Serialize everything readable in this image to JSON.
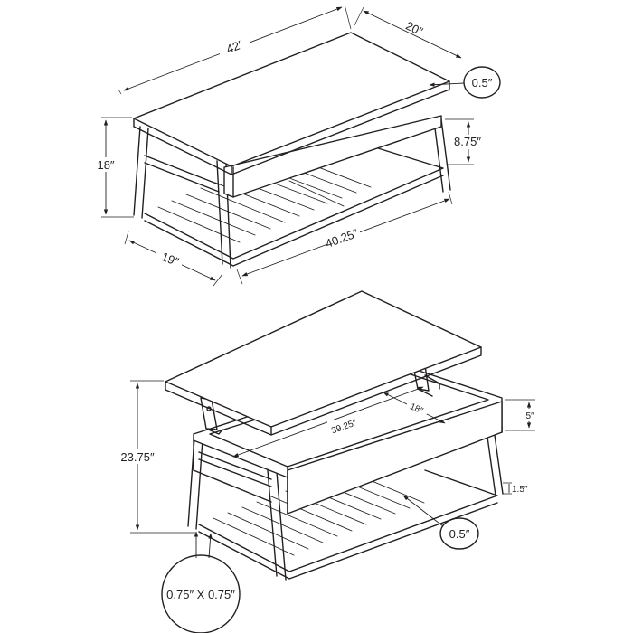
{
  "diagram": {
    "colors": {
      "ink": "#231f20",
      "background": "#ffffff"
    },
    "top_view": {
      "dimensions": {
        "length": "42″",
        "depth": "20″",
        "top_thickness": "0.5″",
        "height": "18″",
        "drawer_height": "8.75″",
        "side_width": "19″",
        "base_length": "40.25″"
      }
    },
    "bottom_view": {
      "dimensions": {
        "lifted_height": "23.75″",
        "compartment_length": "39.25″",
        "compartment_depth": "18″",
        "compartment_height": "5″",
        "leg_offset": "1.5″",
        "shelf_thickness": "0.5″",
        "leg_profile": "0.75″ X 0.75″"
      }
    }
  }
}
